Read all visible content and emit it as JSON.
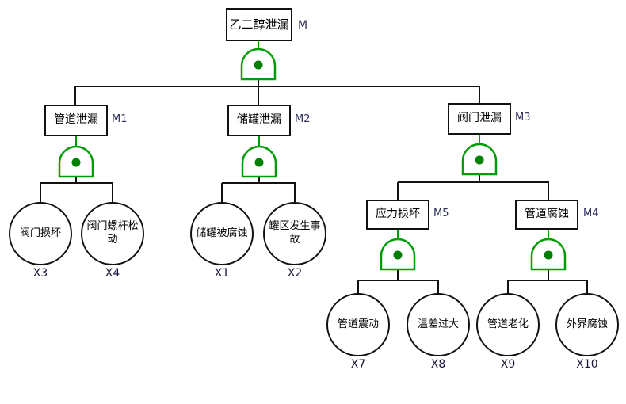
{
  "diagram": {
    "type": "fault-tree",
    "gate_type": "AND",
    "top_event": {
      "text": "乙二醇泄漏",
      "id": "M"
    },
    "intermediate_events": {
      "m1": {
        "text": "管道泄漏",
        "id": "M1"
      },
      "m2": {
        "text": "储罐泄漏",
        "id": "M2"
      },
      "m3": {
        "text": "阀门泄漏",
        "id": "M3"
      },
      "m5": {
        "text": "应力损坏",
        "id": "M5"
      },
      "m4": {
        "text": "管道腐蚀",
        "id": "M4"
      }
    },
    "basic_events": {
      "x3": {
        "text": "阀门损坏",
        "id": "X3"
      },
      "x4": {
        "text": "阀门螺杆松动",
        "id": "X4"
      },
      "x1": {
        "text": "储罐被腐蚀",
        "id": "X1"
      },
      "x2": {
        "text": "罐区发生事故",
        "id": "X2"
      },
      "x7": {
        "text": "管道震动",
        "id": "X7"
      },
      "x8": {
        "text": "温差过大",
        "id": "X8"
      },
      "x9": {
        "text": "管道老化",
        "id": "X9"
      },
      "x10": {
        "text": "外界腐蚀",
        "id": "X10"
      }
    },
    "structure": {
      "M": [
        "M1",
        "M2",
        "M3"
      ],
      "M1": [
        "X3",
        "X4"
      ],
      "M2": [
        "X1",
        "X2"
      ],
      "M3": [
        "M5",
        "M4"
      ],
      "M5": [
        "X7",
        "X8"
      ],
      "M4": [
        "X9",
        "X10"
      ]
    },
    "colors": {
      "gate_outline": "#009c05",
      "gate_dot": "#008000",
      "line": "#111111",
      "id_label": "#2e2e5c",
      "background": "#ffffff"
    }
  }
}
